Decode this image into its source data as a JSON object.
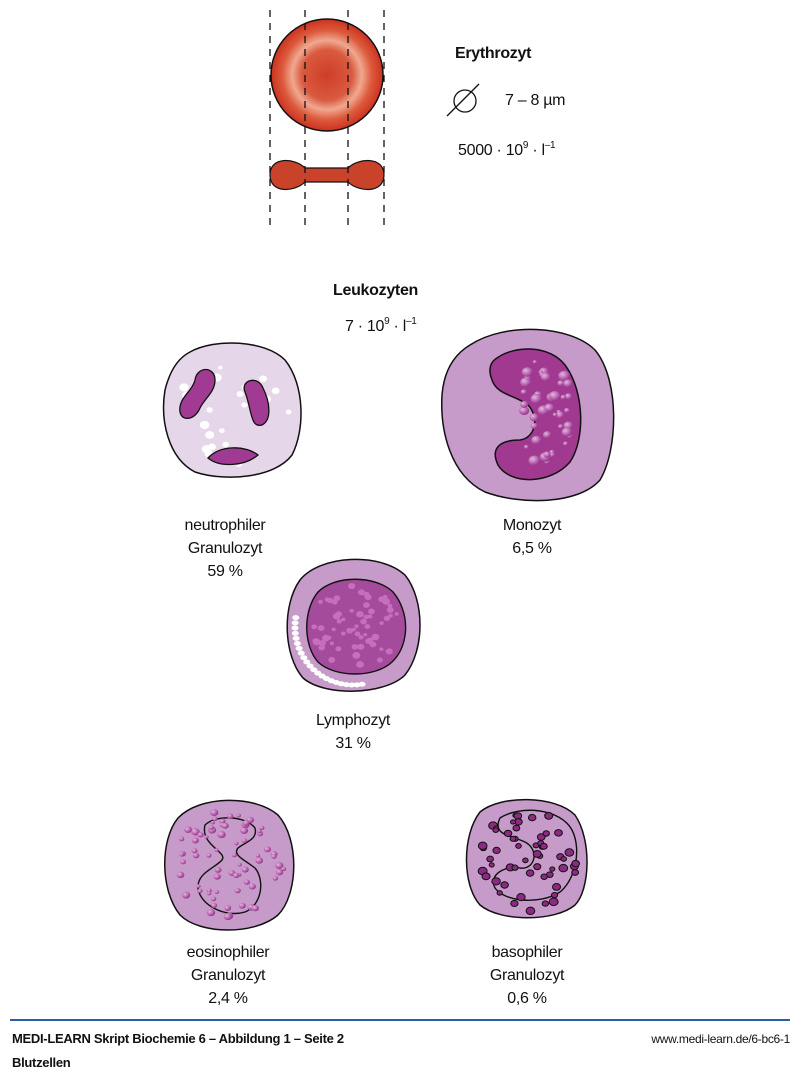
{
  "erythrocyte": {
    "title": "Erythrozyt",
    "diameter_icon": "diameter-icon",
    "diameter": "7 – 8 µm",
    "count_base": "5000 · 10",
    "count_exp": "9",
    "count_unit": " · l",
    "count_unit_exp": "–1"
  },
  "leukocytes": {
    "title": "Leukozyten",
    "count_base": "7 · 10",
    "count_exp": "9",
    "count_unit": " · l",
    "count_unit_exp": "–1",
    "cells": [
      {
        "name_line1": "neutrophiler",
        "name_line2": "Granulozyt",
        "percent": "59 %"
      },
      {
        "name_line1": "Monozyt",
        "percent": "6,5 %"
      },
      {
        "name_line1": "Lymphozyt",
        "percent": "31 %"
      },
      {
        "name_line1": "eosinophiler",
        "name_line2": "Granulozyt",
        "percent": "2,4 %"
      },
      {
        "name_line1": "basophiler",
        "name_line2": "Granulozyt",
        "percent": "0,6 %"
      }
    ]
  },
  "colors": {
    "erythrocyte": "#d2432a",
    "footer_line": "#2a5ea8",
    "cell_light": "#e6d6ea",
    "cell_mid": "#c79bc9",
    "nucleus": "#a03a92"
  },
  "footer": {
    "title": "MEDI-LEARN Skript Biochemie 6 – Abbildung 1 – Seite 2",
    "subtitle": "Blutzellen",
    "url": "www.medi-learn.de/6-bc6-1"
  }
}
